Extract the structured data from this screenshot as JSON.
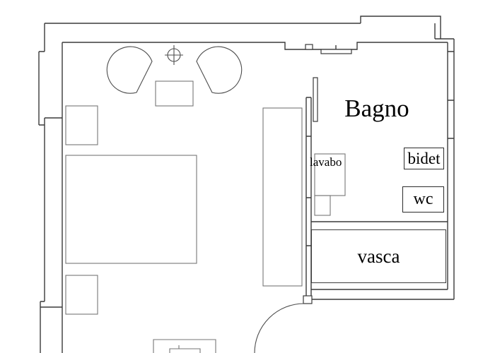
{
  "plan": {
    "type": "floor-plan",
    "rooms": {
      "bathroom_label": "Bagno"
    },
    "fixtures": {
      "sink_label": "lavabo",
      "bidet_label": "bidet",
      "toilet_label": "wc",
      "bathtub_label": "vasca"
    },
    "icons": {
      "ceiling_light": "ceiling-light-icon",
      "wall_lamp_left": "wall-lamp-left-icon",
      "wall_lamp_right": "wall-lamp-right-icon",
      "door_swing": "door-swing-icon"
    },
    "colors": {
      "wall": "#3a3a3a",
      "furniture": "#767676",
      "fixture": "#4c4c4c",
      "label": "#000000",
      "background": "#ffffff"
    }
  }
}
